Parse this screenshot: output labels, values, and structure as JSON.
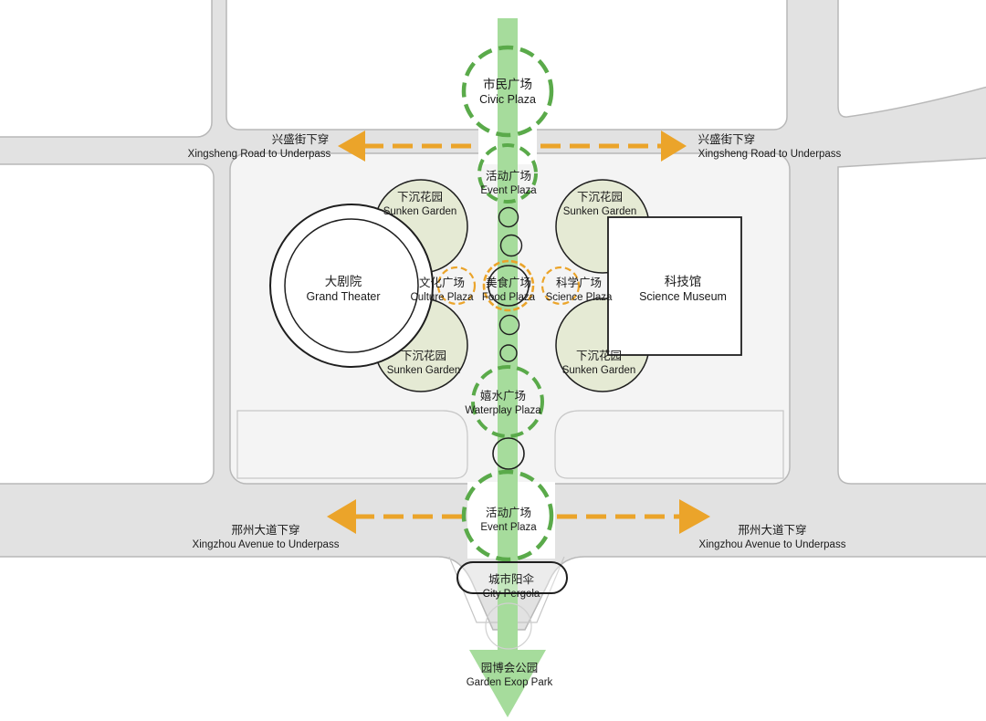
{
  "colors": {
    "road": "#e2e2e2",
    "road_edge": "#b8b8b8",
    "block": "#ffffff",
    "site": "#f4f4f4",
    "green_axis": "#a6dc9c",
    "green_dash": "#5aaa4a",
    "orange": "#eba42a",
    "sunken": "#e5ead4",
    "outline": "#1e1e1e"
  },
  "icons": {
    "axis": "green-axis-arrow-icon",
    "underpass": "orange-dashed-arrow-icon"
  },
  "labels": {
    "civic_plaza": {
      "zh": "市民广场",
      "en": "Civic Plaza"
    },
    "event_plaza_north": {
      "zh": "活动广场",
      "en": "Event Plaza"
    },
    "xingsheng_west": {
      "zh": "兴盛街下穿",
      "en": "Xingsheng Road to Underpass"
    },
    "xingsheng_east": {
      "zh": "兴盛街下穿",
      "en": "Xingsheng Road to Underpass"
    },
    "sunken_nw": {
      "zh": "下沉花园",
      "en": "Sunken Garden"
    },
    "sunken_ne": {
      "zh": "下沉花园",
      "en": "Sunken Garden"
    },
    "sunken_sw": {
      "zh": "下沉花园",
      "en": "Sunken Garden"
    },
    "sunken_se": {
      "zh": "下沉花园",
      "en": "Sunken Garden"
    },
    "grand_theater": {
      "zh": "大剧院",
      "en": "Grand Theater"
    },
    "culture_plaza": {
      "zh": "文化广场",
      "en": "Culture Plaza"
    },
    "food_plaza": {
      "zh": "美食广场",
      "en": "Food Plaza"
    },
    "science_plaza": {
      "zh": "科学广场",
      "en": "Science Plaza"
    },
    "science_museum": {
      "zh": "科技馆",
      "en": "Science Museum"
    },
    "waterplay_plaza": {
      "zh": "嬉水广场",
      "en": "Waterplay Plaza"
    },
    "event_plaza_south": {
      "zh": "活动广场",
      "en": "Event Plaza"
    },
    "xingzhou_west": {
      "zh": "邢州大道下穿",
      "en": "Xingzhou Avenue to Underpass"
    },
    "xingzhou_east": {
      "zh": "邢州大道下穿",
      "en": "Xingzhou Avenue to Underpass"
    },
    "city_pergola": {
      "zh": "城市阳伞",
      "en": "City Pergola"
    },
    "garden_expo_park": {
      "zh": "园博会公园",
      "en": "Garden Exop Park"
    }
  }
}
